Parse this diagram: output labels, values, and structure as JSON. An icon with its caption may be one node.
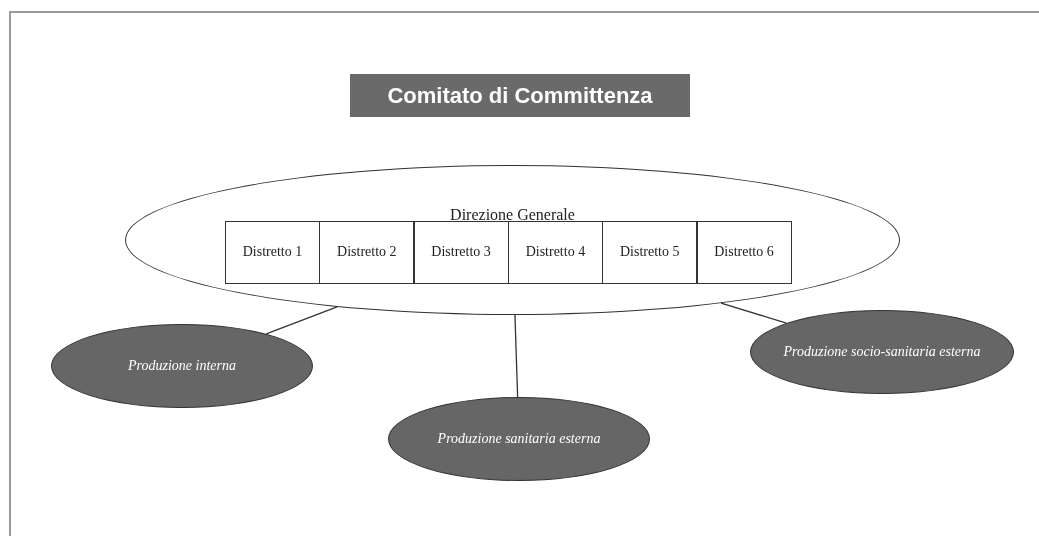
{
  "diagram": {
    "nodes": [
      {
        "text": [
          "Comitato di Committenza"
        ]
      },
      {
        "text": [
          "Direzione Generale"
        ]
      },
      {
        "text": [
          "Distretto 1"
        ],
        "in": 1
      },
      {
        "text": [
          "Distretto 2"
        ],
        "in": 1
      },
      {
        "text": [
          "Distretto 3"
        ],
        "in": 1
      },
      {
        "text": [
          "Distretto 4"
        ],
        "in": 1
      },
      {
        "text": [
          "Distretto 5"
        ],
        "in": 1
      },
      {
        "text": [
          "Distretto 6"
        ],
        "in": 1
      },
      {
        "text": [
          "Produzione interna"
        ]
      },
      {
        "text": [
          "Produzione sanitaria esterna"
        ]
      },
      {
        "text": [
          "Produzione socio-sanitaria esterna"
        ]
      }
    ],
    "edges": [
      {
        "from": 1,
        "to": 8,
        "arrow": "none"
      },
      {
        "from": 1,
        "to": 9,
        "arrow": "none"
      },
      {
        "from": 1,
        "to": 10,
        "arrow": "none"
      }
    ]
  }
}
